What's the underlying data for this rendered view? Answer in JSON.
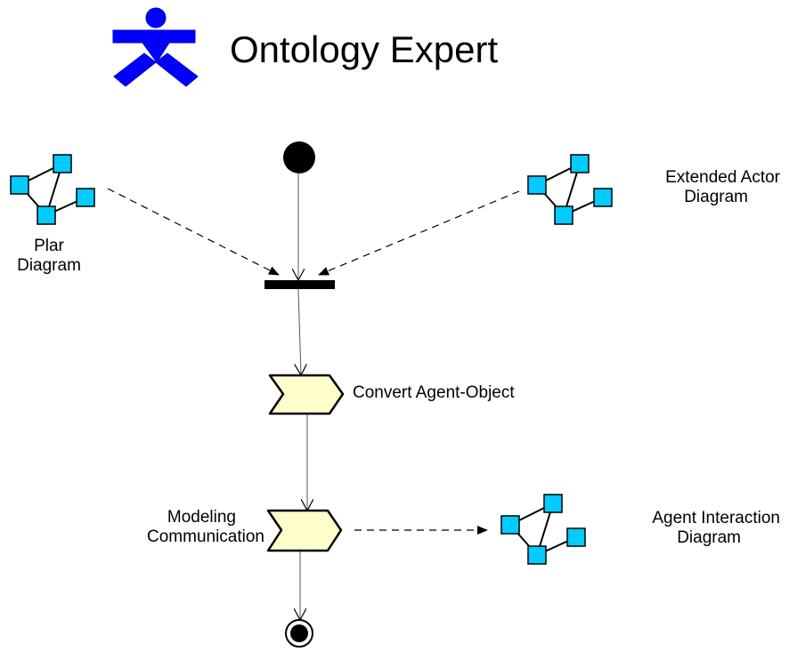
{
  "title": {
    "text": "Ontology Expert",
    "icon": "actor-stick-figure-icon",
    "icon_color": "#0000ff"
  },
  "artifacts": {
    "plan_diagram": {
      "line1": "Plar",
      "line2": "Diagram"
    },
    "extended_actor_diagram": {
      "line1": "Extended Actor",
      "line2": "Diagram"
    },
    "agent_interaction_diagram": {
      "line1": "Agent Interaction",
      "line2": "Diagram"
    },
    "icon": "diagram-network-icon",
    "node_color": "#00ccff"
  },
  "activities": {
    "convert": {
      "label": "Convert Agent-Object"
    },
    "modeling": {
      "line1": "Modeling",
      "line2": "Communication"
    },
    "fill_color": "#ffffcc"
  },
  "colors": {
    "line": "#000000",
    "edge": "#555555"
  }
}
